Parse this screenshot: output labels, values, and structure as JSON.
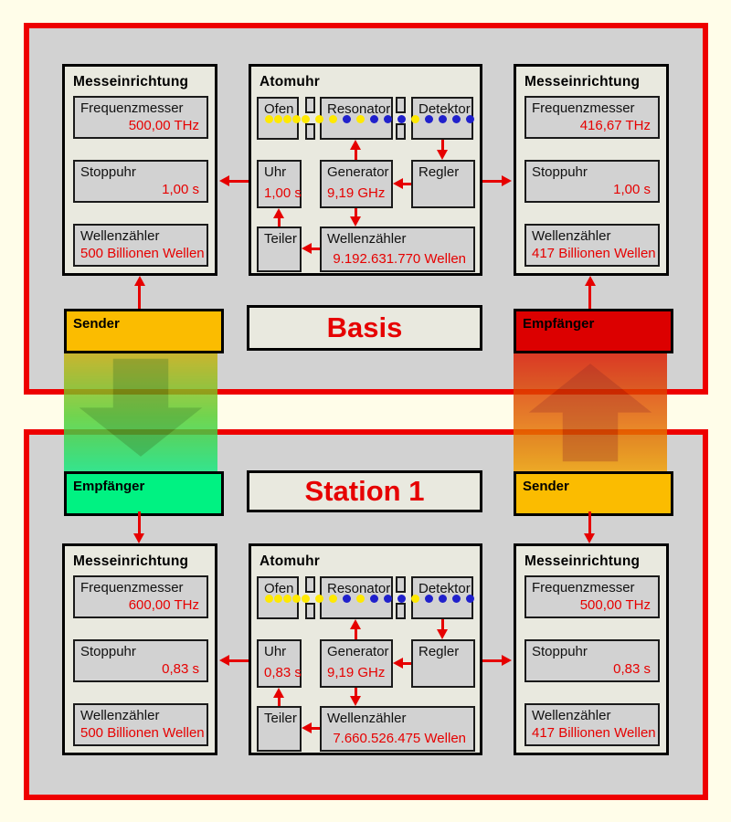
{
  "colors": {
    "page_bg": "#FFFDE9",
    "section_bg": "#D2D2D2",
    "section_border": "#EE0000",
    "panel_bg": "#E9E9DF",
    "gray_box": "#D2D2D2",
    "arrow_red": "#E60000",
    "value_red": "#E60000",
    "title_red": "#E60000",
    "sender_orange": "#FBBC00",
    "receiver_red": "#DC0000",
    "receiver_green": "#00F282",
    "dot_yellow": "#FFE900",
    "dot_blue": "#2020CC",
    "flow_down_top": "#CFAE0A",
    "flow_down_mid": "#52CC2E",
    "flow_down_bottom": "#12E87E",
    "flow_up_top": "#DC1400",
    "flow_up_mid": "#E06000",
    "flow_up_bottom": "#F2A000"
  },
  "basis": {
    "title": "Basis",
    "sender_label": "Sender",
    "receiver_label": "Empfänger",
    "meter_left": {
      "title": "Messeinrichtung",
      "freq_label": "Frequenzmesser",
      "freq_value": "500,00 THz",
      "stop_label": "Stoppuhr",
      "stop_value": "1,00 s",
      "wave_label": "Wellenzähler",
      "wave_value": "500 Billionen Wellen"
    },
    "meter_right": {
      "title": "Messeinrichtung",
      "freq_label": "Frequenzmesser",
      "freq_value": "416,67 THz",
      "stop_label": "Stoppuhr",
      "stop_value": "1,00 s",
      "wave_label": "Wellenzähler",
      "wave_value": "417 Billionen Wellen"
    },
    "clock": {
      "title": "Atomuhr",
      "ofen": "Ofen",
      "resonator": "Resonator",
      "detektor": "Detektor",
      "uhr_label": "Uhr",
      "uhr_value": "1,00 s",
      "gen_label": "Generator",
      "gen_value": "9,19 GHz",
      "regler": "Regler",
      "teiler": "Teiler",
      "wave_label": "Wellenzähler",
      "wave_value": "9.192.631.770 Wellen",
      "beam": [
        "y",
        "y",
        "y",
        "y",
        "y",
        "y",
        "y",
        "b",
        "y",
        "b",
        "b",
        "b",
        "y",
        "b",
        "b",
        "b",
        "b"
      ]
    }
  },
  "station1": {
    "title": "Station 1",
    "sender_label": "Sender",
    "receiver_label": "Empfänger",
    "meter_left": {
      "title": "Messeinrichtung",
      "freq_label": "Frequenzmesser",
      "freq_value": "600,00 THz",
      "stop_label": "Stoppuhr",
      "stop_value": "0,83 s",
      "wave_label": "Wellenzähler",
      "wave_value": "500 Billionen Wellen"
    },
    "meter_right": {
      "title": "Messeinrichtung",
      "freq_label": "Frequenzmesser",
      "freq_value": "500,00 THz",
      "stop_label": "Stoppuhr",
      "stop_value": "0,83 s",
      "wave_label": "Wellenzähler",
      "wave_value": "417 Billionen Wellen"
    },
    "clock": {
      "title": "Atomuhr",
      "ofen": "Ofen",
      "resonator": "Resonator",
      "detektor": "Detektor",
      "uhr_label": "Uhr",
      "uhr_value": "0,83 s",
      "gen_label": "Generator",
      "gen_value": "9,19 GHz",
      "regler": "Regler",
      "teiler": "Teiler",
      "wave_label": "Wellenzähler",
      "wave_value": "7.660.526.475 Wellen",
      "beam": [
        "y",
        "y",
        "y",
        "y",
        "y",
        "y",
        "y",
        "b",
        "y",
        "b",
        "b",
        "b",
        "y",
        "b",
        "b",
        "b",
        "b"
      ]
    }
  }
}
